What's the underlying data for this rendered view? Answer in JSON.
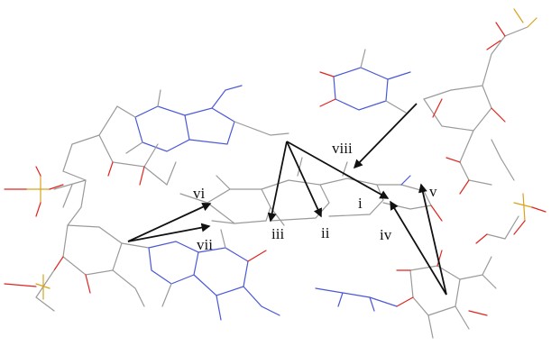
{
  "figure": {
    "bond_colors": {
      "carbon": "#9a9a9a",
      "oxygen": "#e0241f",
      "nitrogen": "#4a58d6",
      "phosphorus": "#d9a21b"
    },
    "arrow_color": "#111111"
  },
  "labels": {
    "i": "i",
    "ii": "ii",
    "iii": "iii",
    "iv": "iv",
    "v": "v",
    "vi": "vi",
    "vii": "vii",
    "viii": "viii"
  }
}
